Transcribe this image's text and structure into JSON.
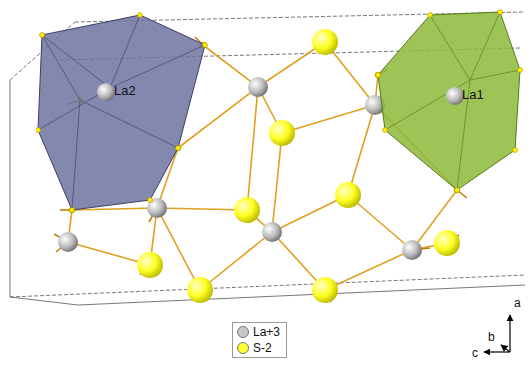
{
  "diagram": {
    "nodes": [
      {
        "text": [
          "La2"
        ]
      },
      {
        "text": [
          "La1"
        ]
      }
    ],
    "labels": [
      "a",
      "b",
      "c"
    ],
    "legend": [
      {
        "text": "La+3",
        "color": "#c8c8c8"
      },
      {
        "text": "S-2",
        "color": "#ffff33"
      }
    ]
  }
}
